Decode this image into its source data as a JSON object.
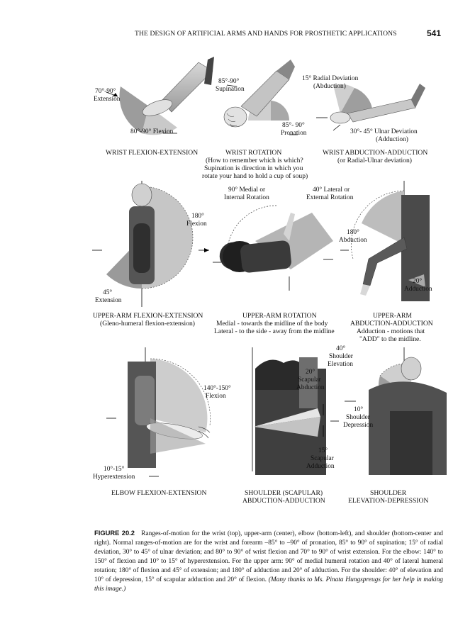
{
  "header": {
    "running_title": "THE DESIGN OF ARTIFICIAL ARMS AND HANDS FOR PROSTHETIC APPLICATIONS",
    "page_number": "541"
  },
  "panels": {
    "wrist_flex": {
      "extension_range": "70°-90°",
      "extension_word": "Extension",
      "flexion": "80°-90° Flexion",
      "caption": "WRIST FLEXION-EXTENSION"
    },
    "wrist_rot": {
      "supination_range": "85°-90°",
      "supination_word": "Supination",
      "pronation_range": "85°- 90°",
      "pronation_word": "Pronation",
      "caption": "WRIST ROTATION",
      "sub1": "(How to remember which is which?",
      "sub2": "Supination is direction in which you",
      "sub3": "rotate your hand to hold a cup of soup)"
    },
    "wrist_abd": {
      "radial_line1": "15° Radial Deviation",
      "radial_line2": "(Abduction)",
      "ulnar_line1": "30°- 45° Ulnar Deviation",
      "ulnar_line2": "(Adduction)",
      "caption": "WRIST ABDUCTION-ADDUCTION",
      "sub": "(or Radial-Ulnar deviation)"
    },
    "upper_flex": {
      "flexion_deg": "180°",
      "flexion_word": "Flexion",
      "extension_deg": "45°",
      "extension_word": "Extension",
      "caption": "UPPER-ARM FLEXION-EXTENSION",
      "sub": "(Gleno-humeral flexion-extension)"
    },
    "upper_rot": {
      "medial_line1": "90° Medial or",
      "medial_line2": "Internal Rotation",
      "lateral_line1": "40° Lateral or",
      "lateral_line2": "External Rotation",
      "caption": "UPPER-ARM ROTATION",
      "sub1": "Medial - towards the midline of the body",
      "sub2": "Lateral - to the side - away from the midline"
    },
    "upper_abd": {
      "abduction_deg": "180°",
      "abduction_word": "Abduction",
      "adduction_deg": "20°",
      "adduction_word": "Adduction",
      "caption1": "UPPER-ARM",
      "caption2": "ABDUCTION-ADDUCTION",
      "sub1": "Adduction - motions that",
      "sub2": "\"ADD\" to the midline."
    },
    "elbow": {
      "flexion_range": "140°-150°",
      "flexion_word": "Flexion",
      "hyper_range": "10°-15°",
      "hyper_word": "Hyperextension",
      "caption": "ELBOW FLEXION-EXTENSION"
    },
    "scapular": {
      "abd_deg": "20°",
      "abd_word1": "Scapular",
      "abd_word2": "Abduction",
      "add_deg": "15°",
      "add_word1": "Scapular",
      "add_word2": "Adduction",
      "caption1": "SHOULDER (SCAPULAR)",
      "caption2": "ABDUCTION-ADDUCTION"
    },
    "shoulder_elev": {
      "elev_deg": "40°",
      "elev_word1": "Shoulder",
      "elev_word2": "Elevation",
      "dep_deg": "10°",
      "dep_word1": "Shoulder",
      "dep_word2": "Depression",
      "caption1": "SHOULDER",
      "caption2": "ELEVATION-DEPRESSION"
    }
  },
  "figure_caption": {
    "label": "FIGURE 20.2",
    "text": "Ranges-of-motion for the wrist (top), upper-arm (center), elbow (bottom-left), and shoulder (bottom-center and right). Normal ranges-of-motion are for the wrist and forearm –85° to –90° of pronation, 85° to 90° of supination; 15° of radial deviation, 30° to 45° of ulnar deviation; and 80° to 90° of wrist flexion and 70° to 90° of wrist extension. For the elbow: 140° to 150° of flexion and 10° to 15° of hyperextension. For the upper arm: 90° of medial humeral rotation and 40° of lateral humeral rotation; 180° of flexion and 45° of extension; and 180° of adduction and 20° of adduction. For the shoulder: 40° of elevation and 10° of depression, 15° of scapular adduction and 20° of flexion.",
    "thanks": "(Many thanks to Ms. Pinata Hungspreugs for her help in making this image.)"
  }
}
